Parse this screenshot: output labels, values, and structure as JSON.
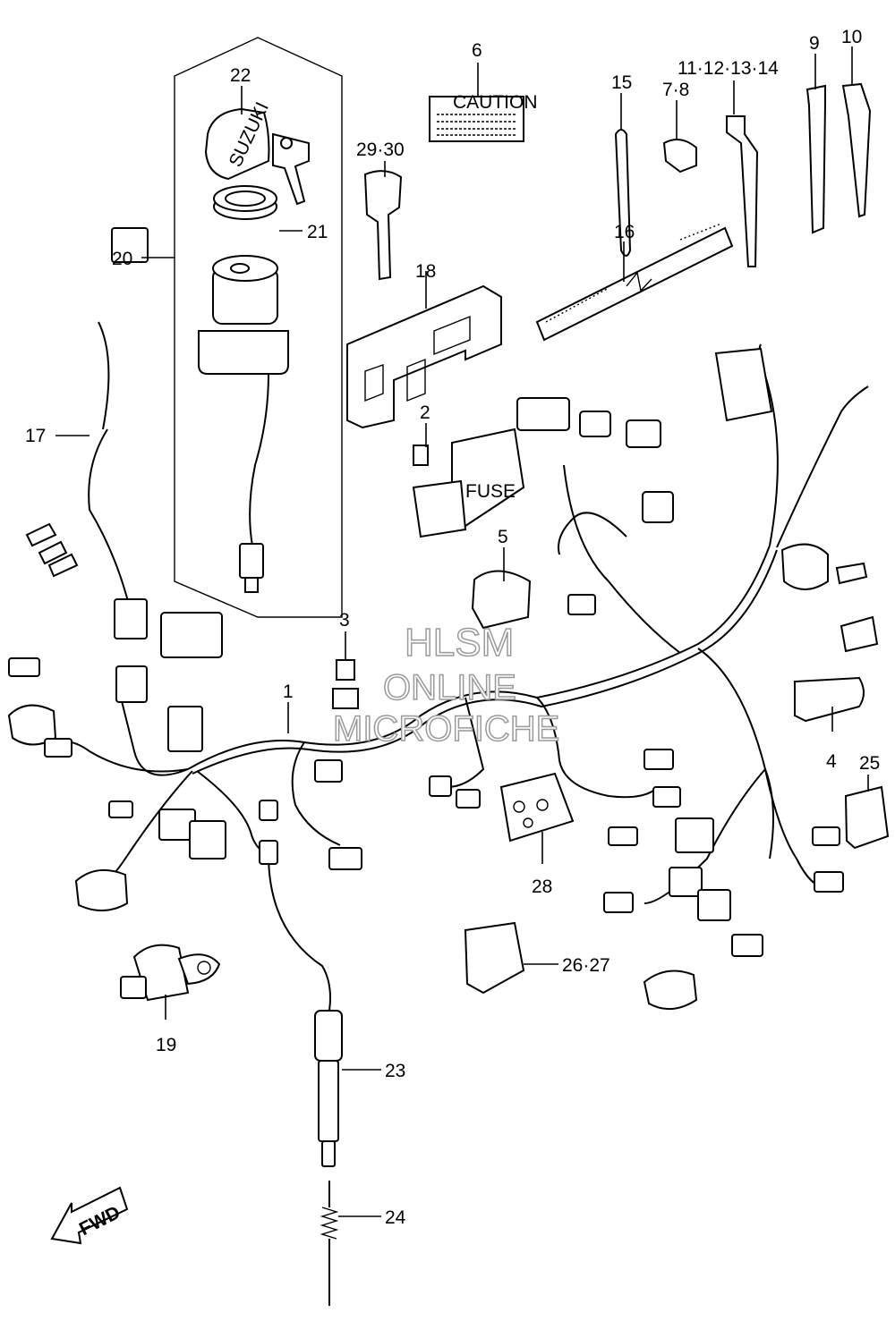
{
  "watermark": {
    "line1": "HLSM",
    "line2": "ONLINE",
    "line3": "MICROFICHE"
  },
  "printed": {
    "caution": "CAUTION",
    "key_brand": "SUZUKI",
    "fuse_box": "FUSE",
    "fwd_arrow": "FWD"
  },
  "callouts": {
    "c1": "1",
    "c2": "2",
    "c3": "3",
    "c4": "4",
    "c5": "5",
    "c6": "6",
    "c7_8": "7·8",
    "c9": "9",
    "c10": "10",
    "c11_14": "11·12·13·14",
    "c15": "15",
    "c16": "16",
    "c17": "17",
    "c18": "18",
    "c19": "19",
    "c20": "20",
    "c21": "21",
    "c22": "22",
    "c23": "23",
    "c24": "24",
    "c25": "25",
    "c26_27": "26·27",
    "c28": "28",
    "c29_30": "29·30"
  }
}
